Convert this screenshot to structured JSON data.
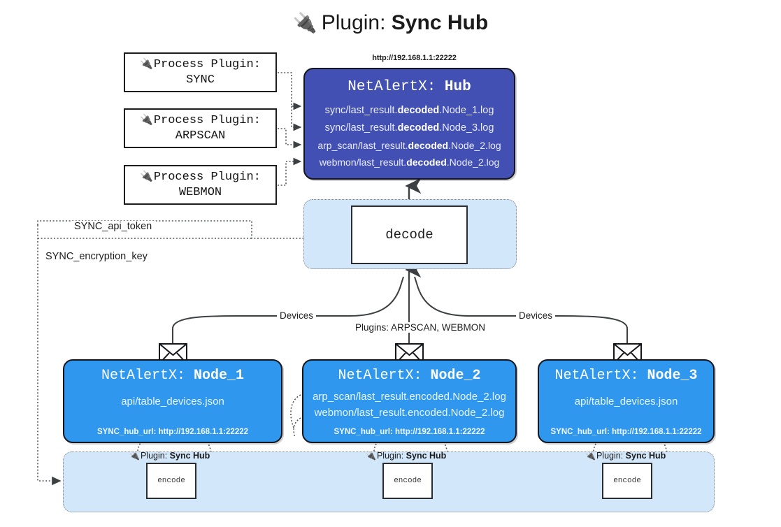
{
  "title": {
    "icon": "electric-plug-icon",
    "prefix": "Plugin: ",
    "name": "Sync Hub"
  },
  "process_plugins": [
    {
      "heading": "Process Plugin:",
      "name": "SYNC"
    },
    {
      "heading": "Process Plugin:",
      "name": "ARPSCAN"
    },
    {
      "heading": "Process Plugin:",
      "name": "WEBMON"
    }
  ],
  "hub": {
    "url": "http://192.168.1.1:22222",
    "title_prefix": "NetAlertX: ",
    "title_name": "Hub",
    "logs": [
      {
        "pre": "sync/last_result.",
        "mid": "decoded",
        "post": ".Node_1.log"
      },
      {
        "pre": "sync/last_result.",
        "mid": "decoded",
        "post": ".Node_3.log"
      },
      {
        "pre": "arp_scan/last_result.",
        "mid": "decoded",
        "post": ".Node_2.log"
      },
      {
        "pre": "webmon/last_result.",
        "mid": "decoded",
        "post": ".Node_2.log"
      }
    ]
  },
  "decode": {
    "label": "decode"
  },
  "secrets": [
    {
      "label": "SYNC_api_token"
    },
    {
      "label": "SYNC_encryption_key"
    }
  ],
  "edge_labels": {
    "devices_left": "Devices",
    "devices_right": "Devices",
    "plugins_center": "Plugins: ARPSCAN, WEBMON"
  },
  "nodes": [
    {
      "title_prefix": "NetAlertX: ",
      "title_name": "Node_1",
      "lines": [
        "api/table_devices.json"
      ],
      "hub_url": "SYNC_hub_url: http://192.168.1.1:22222",
      "icon": "envelope-icon"
    },
    {
      "title_prefix": "NetAlertX: ",
      "title_name": "Node_2",
      "lines": [
        "arp_scan/last_result.encoded.Node_2.log",
        "webmon/last_result.encoded.Node_2.log"
      ],
      "hub_url": "SYNC_hub_url: http://192.168.1.1:22222",
      "icon": "envelope-icon"
    },
    {
      "title_prefix": "NetAlertX: ",
      "title_name": "Node_3",
      "lines": [
        "api/table_devices.json"
      ],
      "hub_url": "SYNC_hub_url: http://192.168.1.1:22222",
      "icon": "envelope-icon"
    }
  ],
  "encoders": [
    {
      "plugin_prefix": "Plugin: ",
      "plugin_name": "Sync Hub",
      "label": "encode",
      "icon": "electric-plug-icon"
    },
    {
      "plugin_prefix": "Plugin: ",
      "plugin_name": "Sync Hub",
      "label": "encode",
      "icon": "electric-plug-icon"
    },
    {
      "plugin_prefix": "Plugin: ",
      "plugin_name": "Sync Hub",
      "label": "encode",
      "icon": "electric-plug-icon"
    }
  ],
  "colors": {
    "hub_fill": "#4250b4",
    "node_fill": "#2f97ee",
    "container_fill": "#d3e7fa",
    "stroke": "#15161c"
  }
}
